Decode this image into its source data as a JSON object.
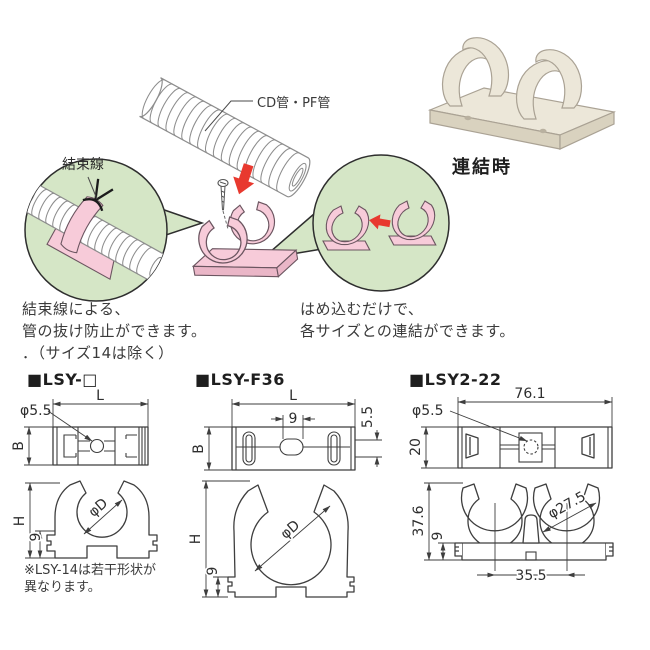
{
  "illustration": {
    "pipe_label": "CD管・PF管",
    "tie_label": "結束線",
    "photo_caption": "連結時",
    "left_caption": {
      "line1": "結束線による、",
      "line2": "管の抜け防止ができます。",
      "line3": "．（サイズ14は除く）"
    },
    "right_caption": {
      "line1": "はめ込むだけで、",
      "line2": "各サイズとの連結ができます。"
    },
    "colors": {
      "bubble_green": "#d5e6c6",
      "clamp_pink": "#f7cbd9",
      "clamp_pink_shade": "#eab6c7",
      "arrow_red": "#e8392f",
      "photo_ivory": "#ece7d9",
      "photo_ivory_shade": "#d9d2bf"
    }
  },
  "sections": {
    "lsy": {
      "title": "■LSY-□",
      "dims": {
        "length": "L",
        "width": "B",
        "hole": "φ5.5",
        "height": "H",
        "bore": "φD",
        "base": "9"
      },
      "note": {
        "line1": "※LSY-14は若干形状が",
        "line2": "異なります。"
      }
    },
    "lsy_f36": {
      "title": "■LSY-F36",
      "dims": {
        "length": "L",
        "width": "B",
        "slot": "9",
        "edge": "5.5",
        "height": "H",
        "bore": "φD",
        "base": "9"
      }
    },
    "lsy2_22": {
      "title": "■LSY2-22",
      "dims": {
        "length": "76.1",
        "width": "20",
        "hole": "φ5.5",
        "height": "37.6",
        "base": "9",
        "bore": "φ27.5",
        "pitch": "35.5"
      }
    }
  }
}
